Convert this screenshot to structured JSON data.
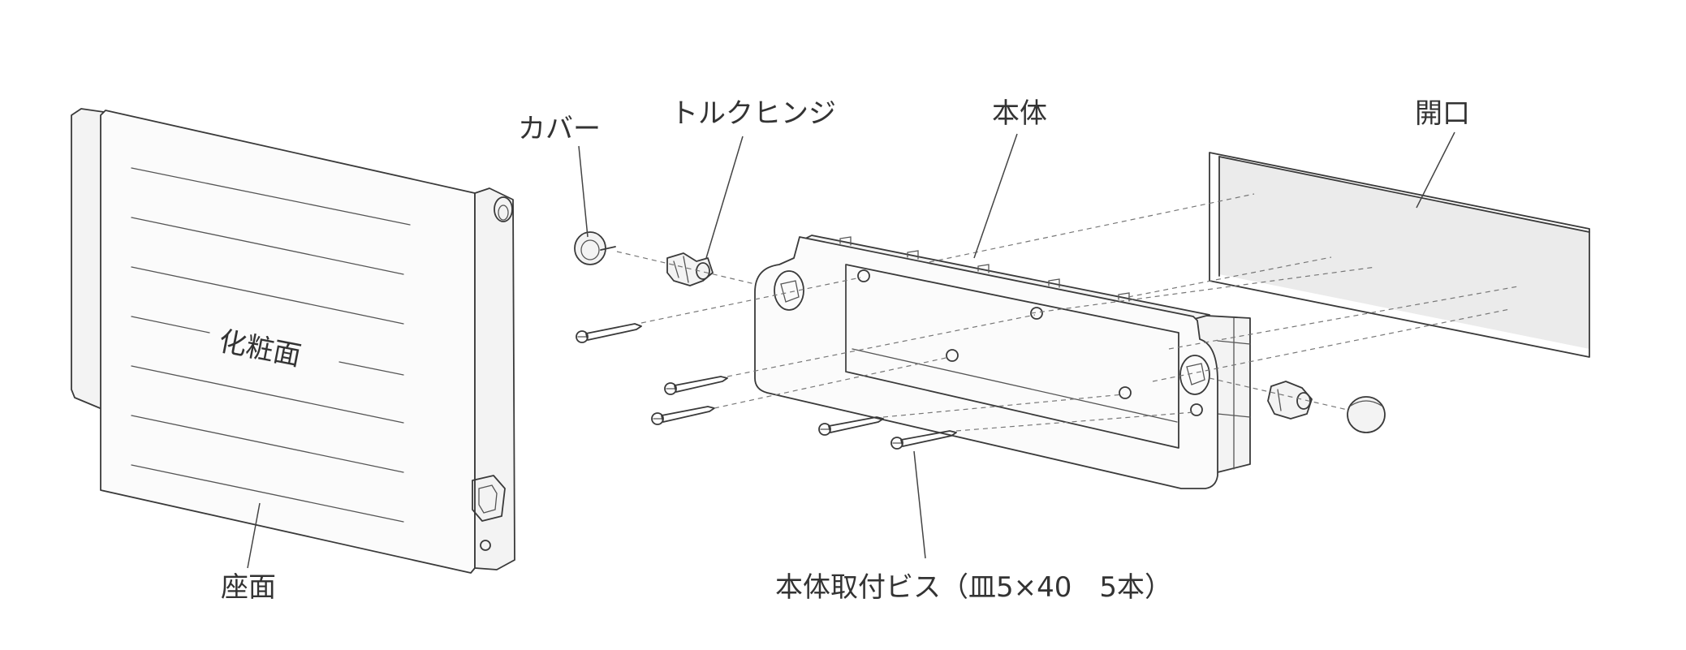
{
  "labels": {
    "seat_surface": "座面",
    "vanity_surface": "化粧面",
    "cover": "カバー",
    "torque_hinge": "トルクヒンジ",
    "body": "本体",
    "opening": "開口",
    "mounting_screws": "本体取付ビス（皿5×40　5本）"
  }
}
